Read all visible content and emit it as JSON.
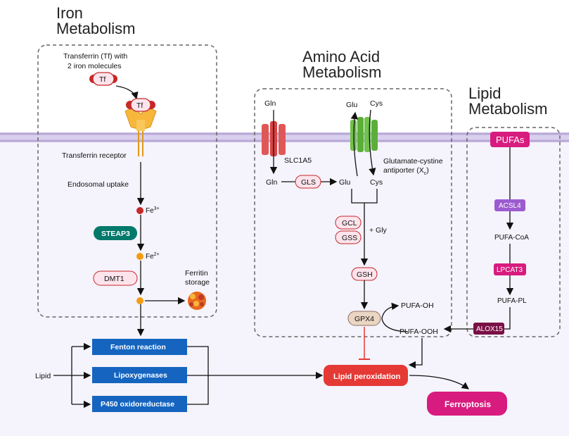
{
  "sections": {
    "iron": {
      "title_line1": "Iron",
      "title_line2": "Metabolism"
    },
    "amino": {
      "title_line1": "Amino Acid",
      "title_line2": "Metabolism"
    },
    "lipid": {
      "title_line1": "Lipid",
      "title_line2": "Metabolism"
    }
  },
  "iron": {
    "transferrin_caption_1": "Transferrin (Tf) with",
    "transferrin_caption_2": "2 iron molecules",
    "tf_label": "Tf",
    "receptor_label": "Transferrin receptor",
    "endosomal_label": "Endosomal uptake",
    "fe3_base": "Fe",
    "fe3_sup": "3+",
    "steap3": "STEAP3",
    "fe2_base": "Fe",
    "fe2_sup": "2+",
    "dmt1": "DMT1",
    "ferritin_1": "Ferritin",
    "ferritin_2": "storage"
  },
  "amino": {
    "gln_top": "Gln",
    "slc1a5": "SLC1A5",
    "gln_bottom": "Gln",
    "gls": "GLS",
    "glu_top": "Glu",
    "cys_top": "Cys",
    "antiporter_1": "Glutamate-cystine",
    "antiporter_2": "antiporter (X",
    "antiporter_sub": "c",
    "antiporter_3": ")",
    "glu_bottom": "Glu",
    "cys_bottom": "Cys",
    "gcl": "GCL",
    "gss": "GSS",
    "gly": "+ Gly",
    "gsh": "GSH",
    "gpx4": "GPX4",
    "pufa_oh": "PUFA-OH",
    "pufa_ooh": "PUFA-OOH"
  },
  "lipid": {
    "pufas": "PUFAs",
    "acsl4": "ACSL4",
    "pufa_coa": "PUFA-CoA",
    "lpcat3": "LPCAT3",
    "pufa_pl": "PUFA-PL",
    "alox15": "ALOX15"
  },
  "bottom": {
    "lipid": "Lipid",
    "fenton": "Fenton reaction",
    "lipoxygenases": "Lipoxygenases",
    "p450": "P450 oxidoreductase",
    "lipid_peroxidation": "Lipid peroxidation",
    "ferroptosis": "Ferroptosis"
  },
  "colors": {
    "membrane": "#b9a9d6",
    "cytoplasm": "#f5f3fb",
    "blue_box": "#1565c0",
    "red_box": "#e53935",
    "magenta_box": "#d81b7e",
    "steap3": "#00796b",
    "pink_pill": "#fde4ec",
    "purple_enzyme": "#9c5ccf",
    "alox15": "#7a1045"
  }
}
